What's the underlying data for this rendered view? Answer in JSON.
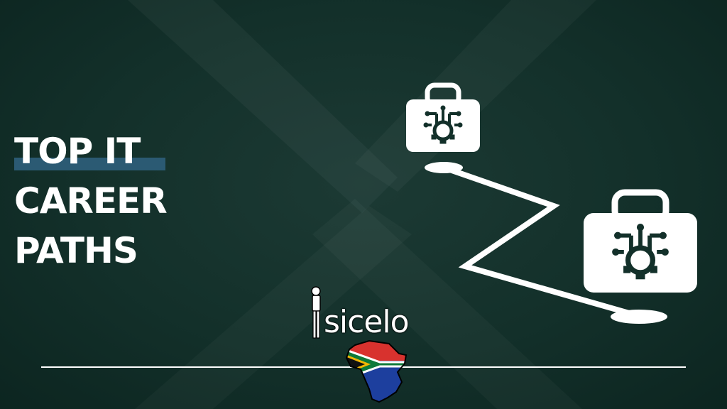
{
  "title": {
    "lines": [
      "TOP IT",
      "CAREER",
      "PATHS"
    ]
  },
  "logo": {
    "text": "sicelo"
  },
  "icons": [
    "briefcase-circuit-icon",
    "briefcase-circuit-icon",
    "person-figure-icon",
    "south-africa-flag-map-icon"
  ],
  "colors": {
    "background": "#13302a",
    "accent_highlight": "#2b5a73",
    "foreground": "#ffffff"
  }
}
